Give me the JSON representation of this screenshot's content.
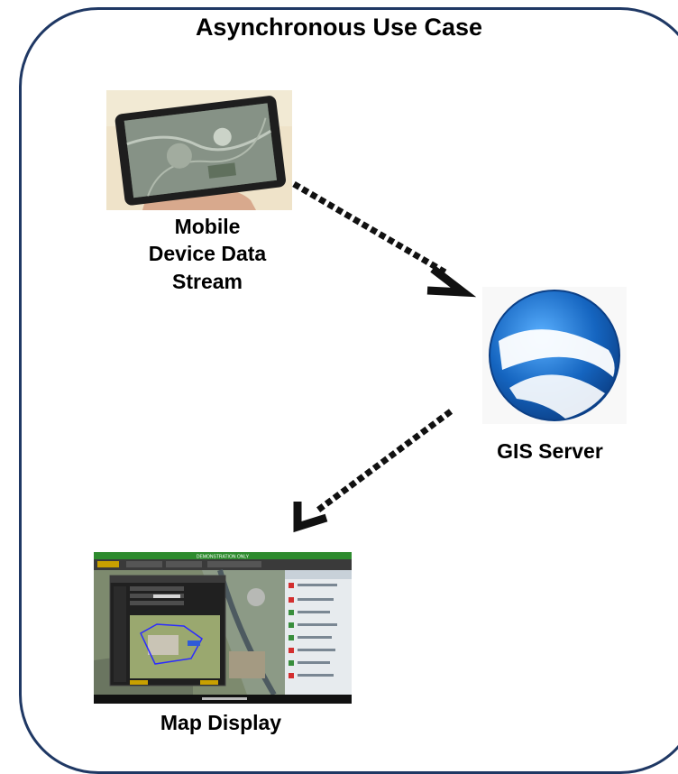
{
  "title": "Asynchronous Use Case",
  "nodes": {
    "mobile": {
      "label": "Mobile\nDevice Data\nStream"
    },
    "gis": {
      "label": "GIS Server"
    },
    "map": {
      "label": "Map Display"
    }
  },
  "map_screen": {
    "banner": "DEMONSTRATION ONLY"
  },
  "colors": {
    "frame": "#1f3864",
    "arrow": "#111111",
    "globe_blue": "#1565c0"
  }
}
